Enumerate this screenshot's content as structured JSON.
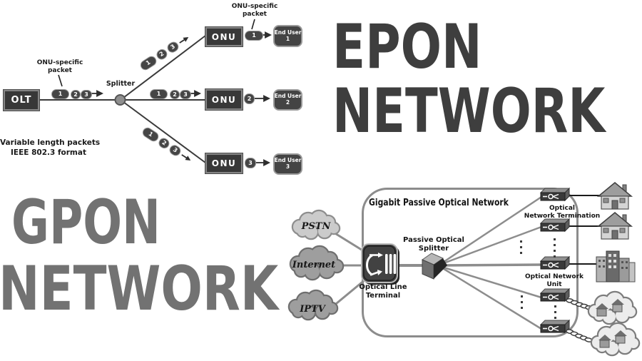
{
  "epon_diagram": {
    "title": {
      "l1": "EPON",
      "l2": "NETWORK",
      "color": "#3e3e3e"
    },
    "olt": "OLT",
    "splitter": "Splitter",
    "onu": "ONU",
    "packet_label": {
      "l1": "ONU-specific",
      "l2": "packet"
    },
    "note": {
      "l1": "Variable length packets",
      "l2": "IEEE 802.3 format"
    },
    "packets": [
      "1",
      "2",
      "3"
    ],
    "ports": [
      "1",
      "2",
      "3"
    ],
    "end_users": [
      {
        "name": "End User",
        "num": "1"
      },
      {
        "name": "End User",
        "num": "2"
      },
      {
        "name": "End User",
        "num": "3"
      }
    ]
  },
  "gpon_diagram": {
    "title": {
      "l1": "GPON",
      "l2": "NETWORK",
      "color": "#727272"
    },
    "box_title": "Gigabit Passive Optical Network",
    "clouds": [
      "PSTN",
      "Internet",
      "IPTV"
    ],
    "olt_label": {
      "l1": "Optical Line",
      "l2": "Terminal"
    },
    "splitter_label": {
      "l1": "Passive Optical",
      "l2": "Splitter"
    },
    "ont_label": {
      "l1": "Optical",
      "l2": "Network Termination"
    },
    "onu_label": {
      "l1": "Optical Network",
      "l2": "Unit"
    },
    "icons": {
      "olt_device": "switch-with-arrows-icon",
      "ont_device": "optical-terminal-box-icon",
      "premises": [
        "house",
        "house",
        "office-building",
        "homes-cloud",
        "homes-cloud"
      ]
    }
  }
}
